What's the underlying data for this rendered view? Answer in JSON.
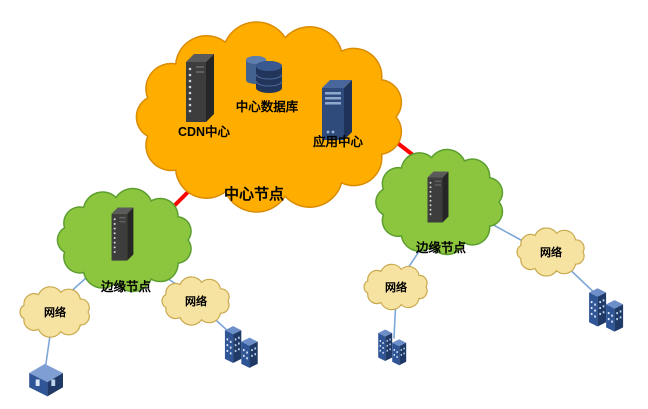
{
  "diagram": {
    "center_node": {
      "label": "中心节点",
      "cdn_center_label": "CDN中心",
      "database_label": "中心数据库",
      "app_center_label": "应用中心"
    },
    "edge_node_left": {
      "label": "边缘节点"
    },
    "edge_node_right": {
      "label": "边缘节点"
    },
    "networks": {
      "far_left": {
        "label": "网络"
      },
      "mid_left": {
        "label": "网络"
      },
      "mid_right": {
        "label": "网络"
      },
      "far_right": {
        "label": "网络"
      }
    },
    "colors": {
      "center_cloud": "#FFAE00",
      "edge_cloud": "#8CC63F",
      "network_cloud": "#F7E3A1",
      "backbone_link": "#FF0000",
      "access_link": "#7DA7D9"
    }
  }
}
